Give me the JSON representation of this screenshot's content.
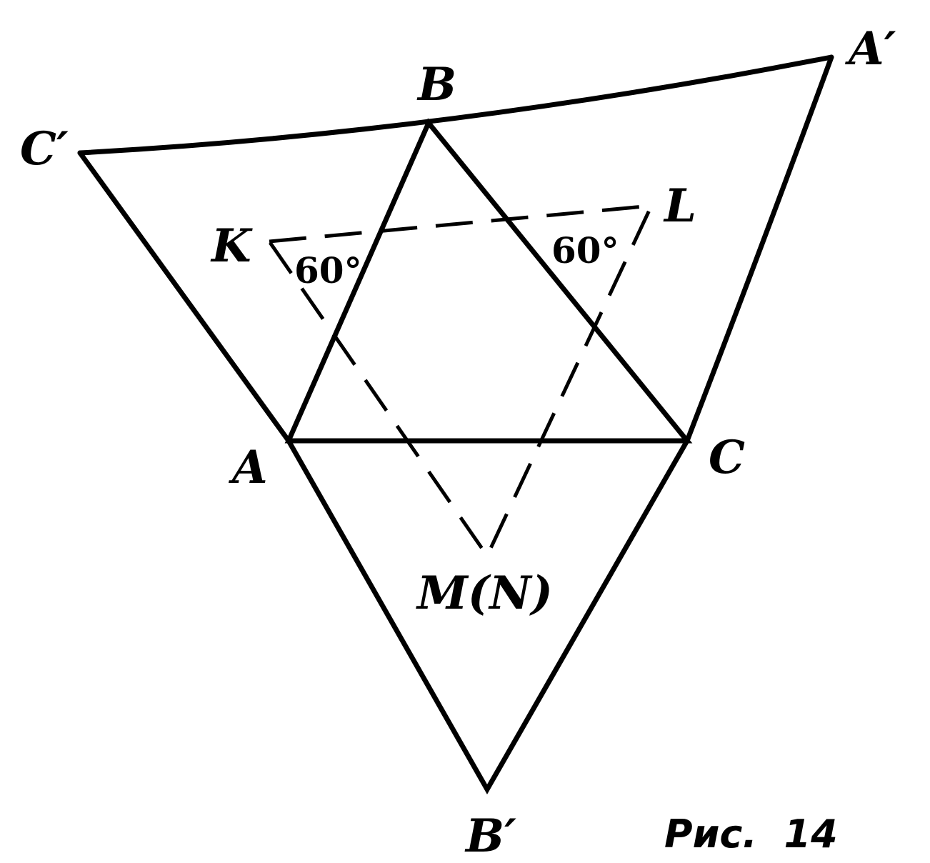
{
  "points": {
    "A": "A",
    "B": "B",
    "C": "C",
    "A_prime": "A′",
    "B_prime": "B′",
    "C_prime": "C′",
    "K": "K",
    "L": "L",
    "MN": "M(N)"
  },
  "angles": {
    "K_angle": "60°",
    "L_angle": "60°"
  },
  "caption": "Рис.  14"
}
